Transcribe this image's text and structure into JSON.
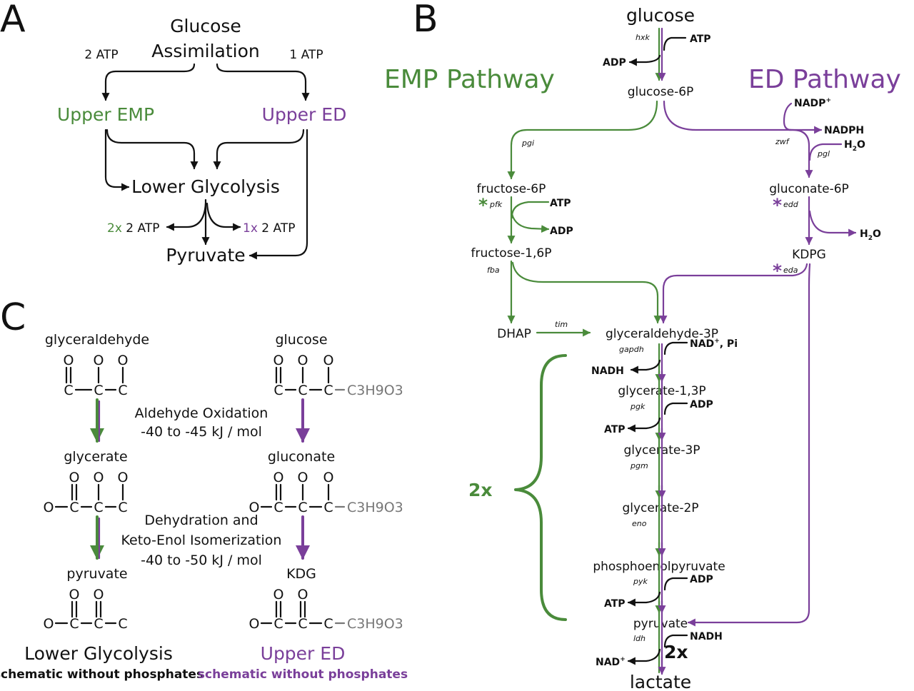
{
  "colors": {
    "emp": "#4a8b3b",
    "ed": "#7a3f9a",
    "black": "#111111",
    "gray": "#777777"
  },
  "panel_a": {
    "letter": "A",
    "top_line1": "Glucose",
    "top_line2": "Assimilation",
    "left_cost": "2 ATP",
    "right_cost": "1 ATP",
    "upper_emp": "Upper EMP",
    "upper_ed": "Upper ED",
    "lower": "Lower Glycolysis",
    "left_mult": "2x",
    "left_yield": " 2 ATP",
    "right_mult": "1x",
    "right_yield": " 2 ATP",
    "product": "Pyruvate"
  },
  "panel_b": {
    "letter": "B",
    "emp_title": "EMP Pathway",
    "ed_title": "ED Pathway",
    "times2_brace": "2x",
    "times2_ldh": "2x",
    "asterisk": "*",
    "metabolites": {
      "glucose": "glucose",
      "g6p": "glucose-6P",
      "f6p": "fructose-6P",
      "fbp": "fructose-1,6P",
      "dhap": "DHAP",
      "gap": "glyceraldehyde-3P",
      "bpg": "glycerate-1,3P",
      "pg3": "glycerate-3P",
      "pg2": "glycerate-2P",
      "pep": "phosphoenolpyruvate",
      "pyr": "pyruvate",
      "lac": "lactate",
      "gn6p": "gluconate-6P",
      "kdpg": "KDPG"
    },
    "enzymes": {
      "hxk": "hxk",
      "pgi": "pgi",
      "pfk": "pfk",
      "fba": "fba",
      "tim": "tim",
      "gapdh": "gapdh",
      "pgk": "pgk",
      "pgm": "pgm",
      "eno": "eno",
      "pyk": "pyk",
      "ldh": "ldh",
      "zwf": "zwf",
      "pgl": "pgl",
      "edd": "edd",
      "eda": "eda"
    },
    "cofactors": {
      "atp": "ATP",
      "adp": "ADP",
      "nadp_plus": "NADP",
      "plus_sup": "+",
      "nadph": "NADPH",
      "h2o_h": "H",
      "h2o_sub": "2",
      "h2o_o": "O",
      "nad_plus": "NAD",
      "nad_pi": ", Pi",
      "nadh": "NADH"
    }
  },
  "panel_c": {
    "letter": "C",
    "left": {
      "glyceraldehyde": "glyceraldehyde",
      "glycerate": "glycerate",
      "pyruvate": "pyruvate",
      "title": "Lower Glycolysis",
      "subtitle": "schematic without phosphates"
    },
    "right": {
      "glucose": "glucose",
      "gluconate": "gluconate",
      "kdg": "KDG",
      "title": "Upper ED",
      "subtitle": "schematic without phosphates"
    },
    "step1_line1": "Aldehyde Oxidation",
    "step1_line2": "-40 to -45 kJ / mol",
    "step2_line1": "Dehydration and",
    "step2_line2": "Keto-Enol Isomerization",
    "step2_line3": "-40 to -50 kJ / mol",
    "atom_o": "O",
    "atom_c": "C",
    "tail": "C3H9O3"
  }
}
